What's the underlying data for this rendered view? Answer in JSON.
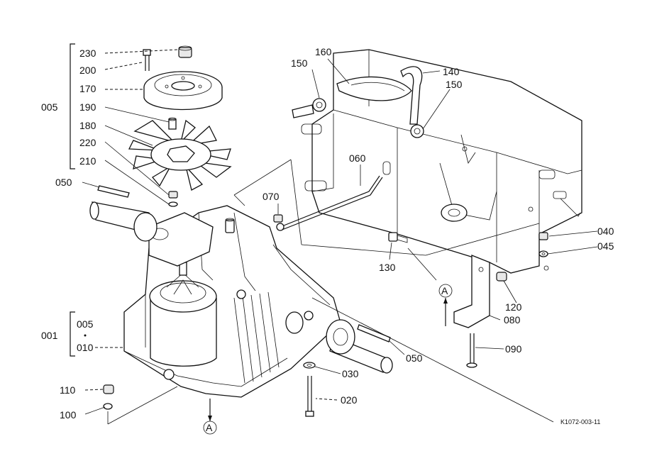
{
  "diagram": {
    "figure_code": "K1072-003-11",
    "callouts": [
      {
        "id": "c230",
        "text": "230"
      },
      {
        "id": "c200",
        "text": "200"
      },
      {
        "id": "c170",
        "text": "170"
      },
      {
        "id": "c005a",
        "text": "005"
      },
      {
        "id": "c190",
        "text": "190"
      },
      {
        "id": "c180",
        "text": "180"
      },
      {
        "id": "c220",
        "text": "220"
      },
      {
        "id": "c210",
        "text": "210"
      },
      {
        "id": "c050a",
        "text": "050"
      },
      {
        "id": "c070",
        "text": "070"
      },
      {
        "id": "c060",
        "text": "060"
      },
      {
        "id": "c150a",
        "text": "150"
      },
      {
        "id": "c160",
        "text": "160"
      },
      {
        "id": "c140",
        "text": "140"
      },
      {
        "id": "c150b",
        "text": "150"
      },
      {
        "id": "c130",
        "text": "130"
      },
      {
        "id": "c040",
        "text": "040"
      },
      {
        "id": "c045",
        "text": "045"
      },
      {
        "id": "c120",
        "text": "120"
      },
      {
        "id": "c080",
        "text": "080"
      },
      {
        "id": "c090",
        "text": "090"
      },
      {
        "id": "c001",
        "text": "001"
      },
      {
        "id": "c005b",
        "text": "005"
      },
      {
        "id": "c010",
        "text": "010"
      },
      {
        "id": "c050b",
        "text": "050"
      },
      {
        "id": "c030",
        "text": "030"
      },
      {
        "id": "c020",
        "text": "020"
      },
      {
        "id": "c110",
        "text": "110"
      },
      {
        "id": "c100",
        "text": "100"
      }
    ],
    "reference_marks": [
      {
        "id": "refA1",
        "text": "A"
      },
      {
        "id": "refA2",
        "text": "A"
      }
    ]
  }
}
